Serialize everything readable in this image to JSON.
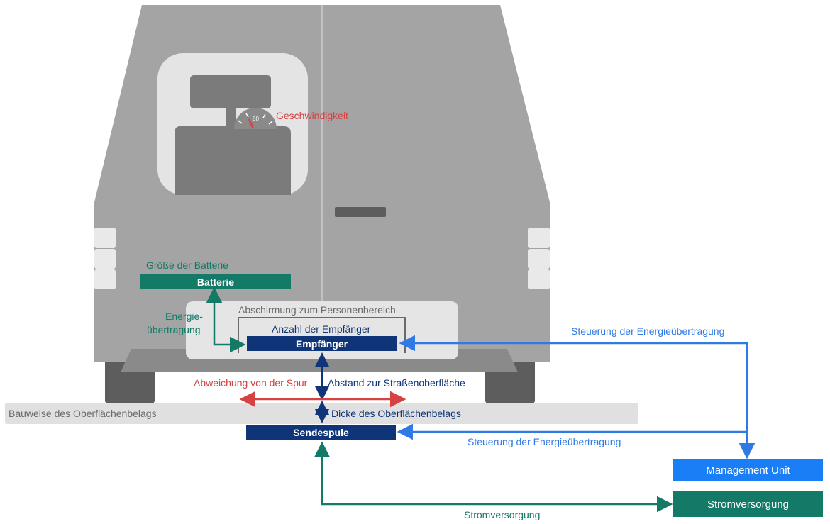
{
  "colors": {
    "van_body": "#a4a4a4",
    "van_dark": "#8a8a8a",
    "window": "#e4e4e4",
    "seat": "#7b7b7b",
    "tire": "#5d5d5d",
    "road": "#e0e0e0",
    "shield_area": "#e5e5e5",
    "teal": "#127a67",
    "navy": "#0f3478",
    "red": "#d64142",
    "blue": "#2f7ae4",
    "management_blue": "#1a7ef7",
    "gray_text": "#6a6a6a"
  },
  "labels": {
    "speed": "Geschwindigkeit",
    "speedometer_value": "80",
    "battery_size": "Größe der Batterie",
    "battery_box": "Batterie",
    "energy_transfer_line1": "Energie-",
    "energy_transfer_line2": "übertragung",
    "shield": "Abschirmung zum Personenbereich",
    "receiver_count": "Anzahl der Empfänger",
    "receiver_box": "Empfänger",
    "control_top": "Steuerung der Energieübertragung",
    "lane_deviation": "Abweichung von der Spur",
    "road_distance": "Abstand zur Straßenoberfläche",
    "surface_construction": "Bauweise des Oberflächenbelags",
    "surface_thickness": "Dicke des Oberflächenbelags",
    "transmitter_box": "Sendespule",
    "control_bottom": "Steuerung der Energieübertragung",
    "management_unit": "Management Unit",
    "power_supply_box": "Stromversorgung",
    "power_supply_label": "Stromversorgung"
  }
}
